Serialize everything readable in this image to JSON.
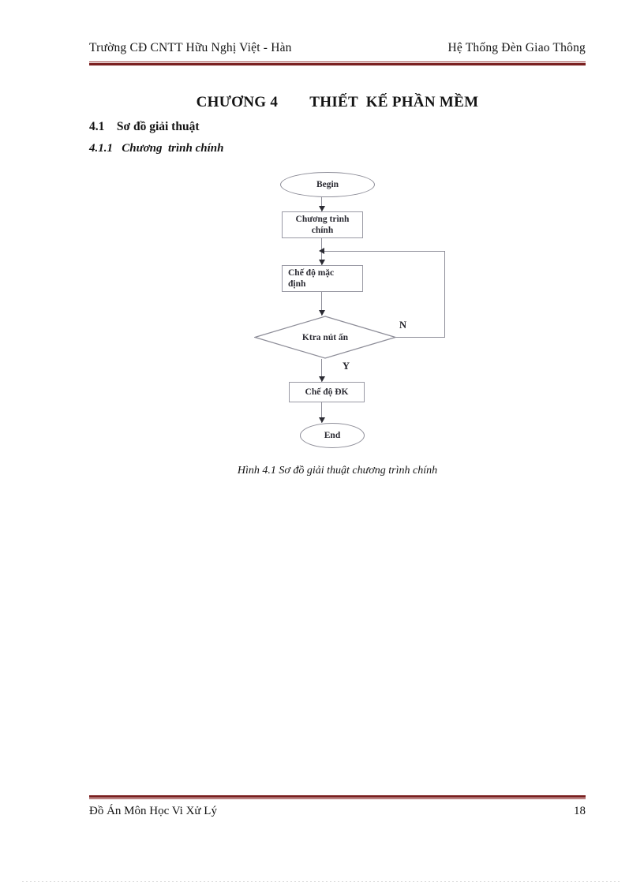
{
  "header": {
    "left": "Trường CĐ CNTT  Hữu Nghị Việt - Hàn",
    "right": "Hệ Thống Đèn Giao Thông",
    "rule_color": "#7a1f1f"
  },
  "headings": {
    "chapter": "CHƯƠNG 4        THIẾT  KẾ PHẦN MỀM",
    "section": "4.1    Sơ đồ giải thuật",
    "subsection": "4.1.1   Chương  trình chính"
  },
  "flowchart": {
    "nodes": [
      {
        "id": "begin",
        "type": "terminator",
        "label": "Begin"
      },
      {
        "id": "main",
        "type": "process",
        "label": "Chương trình\nchính"
      },
      {
        "id": "default",
        "type": "process",
        "label": "Chế độ mặc\nđịnh"
      },
      {
        "id": "check",
        "type": "decision",
        "label": "Ktra nút ấn"
      },
      {
        "id": "dk",
        "type": "process",
        "label": "Chế độ ĐK"
      },
      {
        "id": "end",
        "type": "terminator",
        "label": "End"
      }
    ],
    "branch_labels": {
      "no": "N",
      "yes": "Y"
    },
    "line_color": "#8d8d98"
  },
  "caption": "Hình 4.1 Sơ đồ giải thuật chương trình chính",
  "footer": {
    "left": "Đồ Án Môn Học Vi Xử Lý",
    "page_number": "18"
  }
}
